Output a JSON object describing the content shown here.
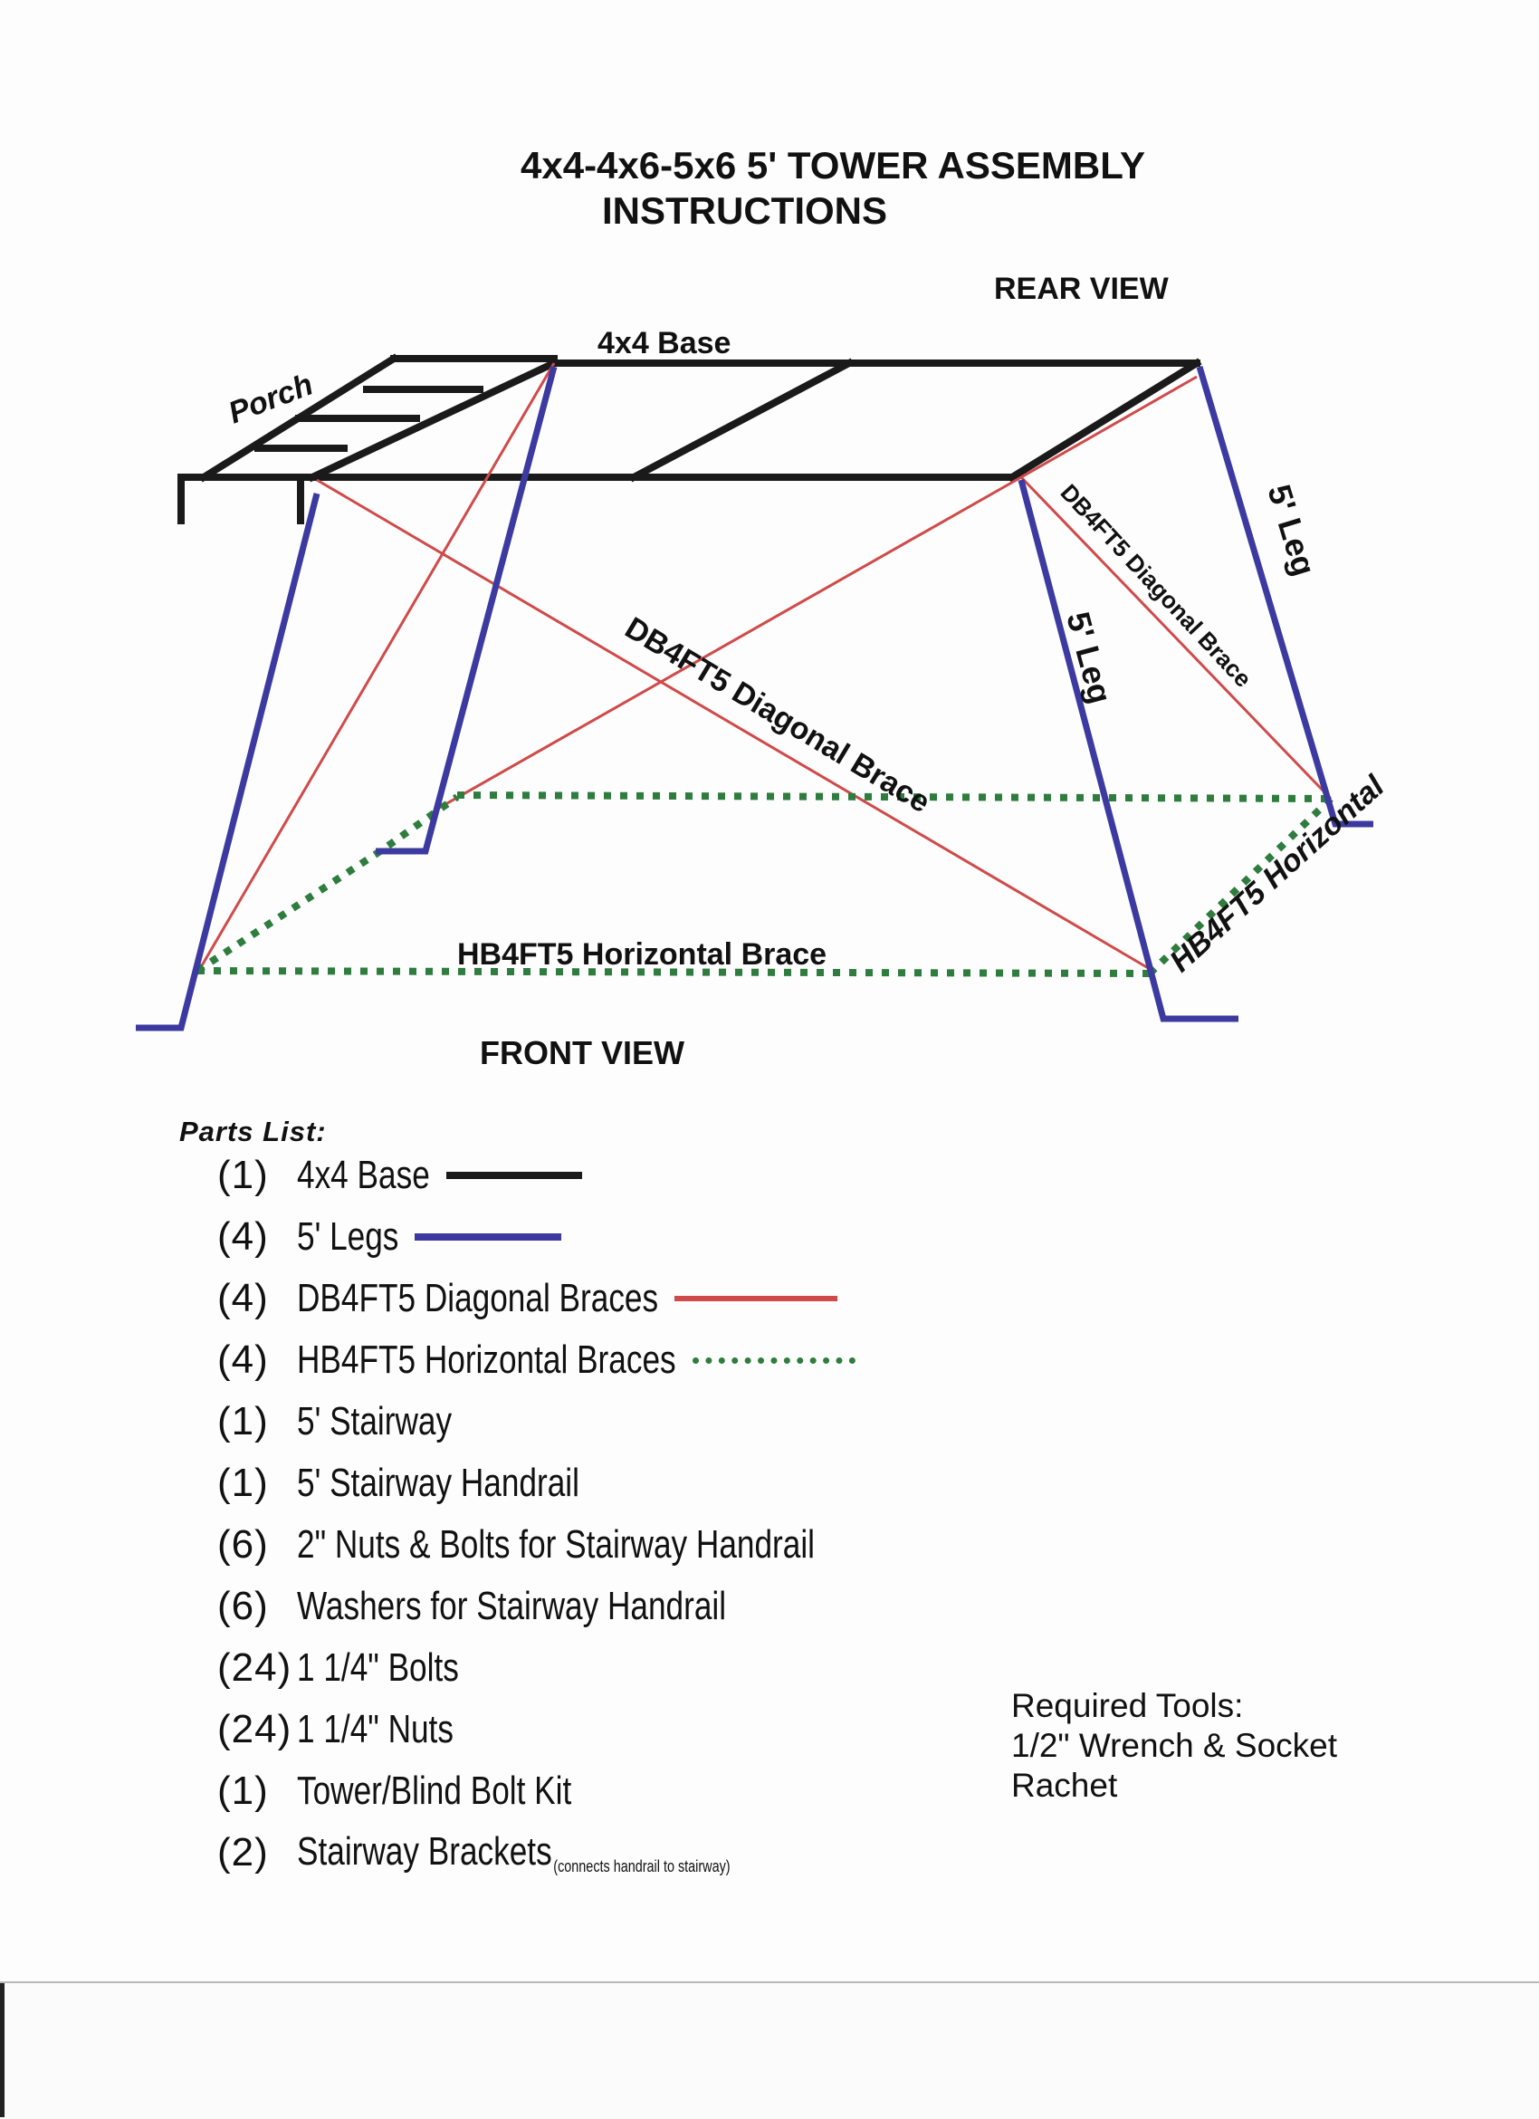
{
  "title": {
    "line1": "4x4-4x6-5x6 5' TOWER ASSEMBLY",
    "line2": "INSTRUCTIONS"
  },
  "diagram": {
    "labels": {
      "rear_view": "REAR VIEW",
      "front_view": "FRONT VIEW",
      "base": "4x4 Base",
      "porch": "Porch",
      "leg_right_front": "5' Leg",
      "leg_right_rear": "5' Leg",
      "diagonal_main": "DB4FT5 Diagonal Brace",
      "diagonal_side": "DB4FT5 Diagonal Brace",
      "horizontal_front": "HB4FT5 Horizontal Brace",
      "horizontal_side": "HB4FT5 Horizontal"
    },
    "colors": {
      "base": "#1a1a1a",
      "legs": "#3c3aa0",
      "diagonal": "#d04a4a",
      "horizontal": "#2e7d3e"
    }
  },
  "parts": {
    "heading": "Parts List:",
    "items": [
      {
        "qty": "(1)",
        "name": "4x4 Base",
        "swatch": "base"
      },
      {
        "qty": "(4)",
        "name": "5' Legs",
        "swatch": "legs"
      },
      {
        "qty": "(4)",
        "name": "DB4FT5 Diagonal Braces",
        "swatch": "diagonal"
      },
      {
        "qty": "(4)",
        "name": "HB4FT5 Horizontal Braces",
        "swatch": "horizontal"
      },
      {
        "qty": "(1)",
        "name": "5' Stairway"
      },
      {
        "qty": "(1)",
        "name": "5' Stairway Handrail"
      },
      {
        "qty": "(6)",
        "name": "2\" Nuts & Bolts for Stairway Handrail"
      },
      {
        "qty": "(6)",
        "name": "Washers for Stairway Handrail"
      },
      {
        "qty": "(24)",
        "name": "1 1/4\" Bolts"
      },
      {
        "qty": "(24)",
        "name": "1 1/4\" Nuts"
      },
      {
        "qty": "(1)",
        "name": "Tower/Blind Bolt Kit"
      },
      {
        "qty": "(2)",
        "name": "Stairway Brackets",
        "note": "(connects handrail to stairway)"
      }
    ]
  },
  "tools": {
    "heading": "Required Tools:",
    "line1": "1/2\" Wrench & Socket",
    "line2": "Rachet"
  }
}
